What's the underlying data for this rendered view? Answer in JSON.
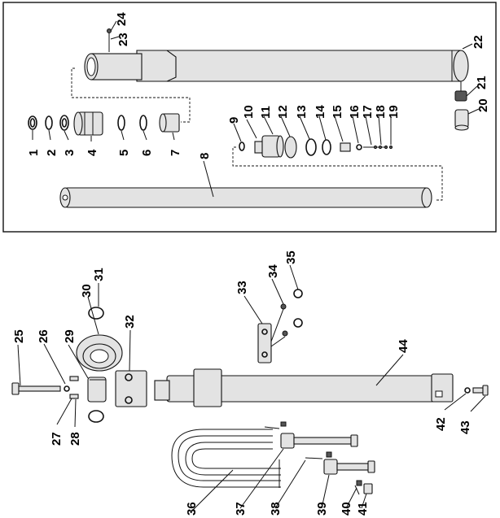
{
  "labels": {
    "p1": "1",
    "p2": "2",
    "p3": "3",
    "p4": "4",
    "p5": "5",
    "p6": "6",
    "p7": "7",
    "p8": "8",
    "p9": "9",
    "p10": "10",
    "p11": "11",
    "p12": "12",
    "p13": "13",
    "p14": "14",
    "p15": "15",
    "p16": "16",
    "p17": "17",
    "p18": "18",
    "p19": "19",
    "p20": "20",
    "p21": "21",
    "p22": "22",
    "p23": "23",
    "p24": "24",
    "p25": "25",
    "p26": "26",
    "p27": "27",
    "p28": "28",
    "p29": "29",
    "p30": "30",
    "p31": "31",
    "p32": "32",
    "p33": "33",
    "p34": "34",
    "p35": "35",
    "p36": "36",
    "p37": "37",
    "p38": "38",
    "p39": "39",
    "p40": "40",
    "p41": "41",
    "p42": "42",
    "p43": "43",
    "p44": "44"
  },
  "colors": {
    "line": "#111111",
    "fill": "#e3e3e3",
    "dark": "#555555",
    "background": "#ffffff"
  }
}
